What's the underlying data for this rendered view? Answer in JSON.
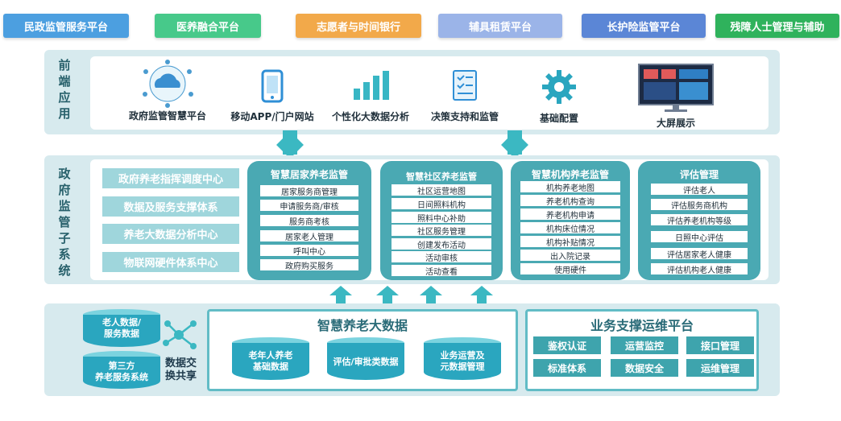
{
  "platforms": [
    {
      "label": "民政监管服务平台",
      "color": "#4c9fe0"
    },
    {
      "label": "医养融合平台",
      "color": "#47c98a"
    },
    {
      "label": "志愿者与时间银行",
      "color": "#f2a94a"
    },
    {
      "label": "辅具租赁平台",
      "color": "#9bb4e8"
    },
    {
      "label": "长护险监管平台",
      "color": "#5b86d6"
    },
    {
      "label": "残障人士管理与辅助",
      "color": "#2fb25c"
    }
  ],
  "frontend": {
    "title": "前端应用",
    "apps": [
      {
        "label": "政府监管智慧平台",
        "icon": "cloud-network-icon"
      },
      {
        "label": "移动APP/门户网站",
        "icon": "mobile-phone-icon"
      },
      {
        "label": "个性化大数据分析",
        "icon": "bar-chart-icon"
      },
      {
        "label": "决策支持和监管",
        "icon": "checklist-icon"
      },
      {
        "label": "基础配置",
        "icon": "gear-icon"
      },
      {
        "label": "大屏展示",
        "icon": "monitor-icon"
      }
    ]
  },
  "gov": {
    "title": "政府监管子系统",
    "left_items": [
      "政府养老指挥调度中心",
      "数据及服务支撑体系",
      "养老大数据分析中心",
      "物联网硬件体系中心"
    ],
    "columns": [
      {
        "title": "智慧居家养老监管",
        "items": [
          "居家服务商管理",
          "申请服务商/审核",
          "服务商考核",
          "居家老人管理",
          "呼叫中心",
          "政府购买服务"
        ]
      },
      {
        "title": "智慧社区养老监管",
        "items": [
          "社区运营地图",
          "日间照料机构",
          "照料中心补助",
          "社区服务管理",
          "创建发布活动",
          "活动审核",
          "活动查看"
        ]
      },
      {
        "title": "智慧机构养老监管",
        "items": [
          "机构养老地图",
          "养老机构查询",
          "养老机构申请",
          "机构床位情况",
          "机构补贴情况",
          "出入院记录",
          "使用硬件"
        ]
      },
      {
        "title": "评估管理",
        "items": [
          "评估老人",
          "评估服务商机构",
          "评估养老机构等级",
          "日照中心评估",
          "评估居家老人健康",
          "评估机构老人健康"
        ]
      }
    ]
  },
  "bottom": {
    "sources": [
      "老人数据/服务数据",
      "第三方养老服务系统"
    ],
    "source_lines": [
      [
        "老人数据/",
        "服务数据"
      ],
      [
        "第三方",
        "养老服务系统"
      ]
    ],
    "exchange": [
      "数据交",
      "换共享"
    ],
    "bigdata": {
      "title": "智慧养老大数据",
      "dbs": [
        [
          "老年人养老",
          "基础数据"
        ],
        [
          "评估/审批类数据"
        ],
        [
          "业务运营及",
          "元数据管理"
        ]
      ]
    },
    "ops": {
      "title": "业务支撑运维平台",
      "items": [
        "鉴权认证",
        "运营监控",
        "接口管理",
        "标准体系",
        "数据安全",
        "运维管理"
      ]
    }
  }
}
